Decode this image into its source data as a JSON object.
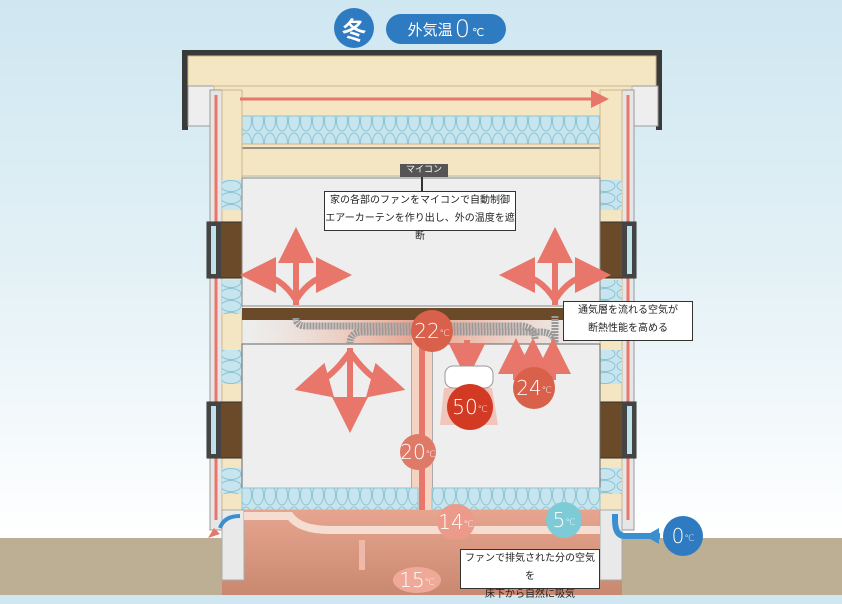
{
  "header": {
    "season": "冬",
    "outside_label": "外気温",
    "outside_value": "0",
    "unit": "℃"
  },
  "microcontroller_tag": "マイコン",
  "callouts": {
    "top": [
      "家の各部のファンをマイコンで自動制御",
      "エアーカーテンを作り出し、外の温度を遮断"
    ],
    "right": [
      "通気層を流れる空気が",
      "断熱性能を高める"
    ],
    "bottom": [
      "ファンで排気された分の空気を",
      "床下から自然に吸気"
    ]
  },
  "temperatures": [
    {
      "id": "ceiling-duct",
      "value": "22",
      "unit": "℃",
      "color": "#d9604a"
    },
    {
      "id": "aircon-outlet",
      "value": "50",
      "unit": "℃",
      "color": "#d23a24"
    },
    {
      "id": "room-supply",
      "value": "24",
      "unit": "℃",
      "color": "#d9604a"
    },
    {
      "id": "wall-shaft",
      "value": "20",
      "unit": "℃",
      "color": "#e07a68"
    },
    {
      "id": "underfloor",
      "value": "14",
      "unit": "℃",
      "color": "#ec9a8a"
    },
    {
      "id": "crawlspace",
      "value": "15",
      "unit": "℃",
      "color": "#f0a898"
    },
    {
      "id": "intake-vent",
      "value": "5",
      "unit": "℃",
      "color": "#7ccbd6"
    },
    {
      "id": "outside-air",
      "value": "0",
      "unit": "℃",
      "color": "#2f7bc2"
    }
  ],
  "colors": {
    "warm_air": "#e8766a",
    "cold_air": "#3a8fd0",
    "wood": "#f5e6c3",
    "insulation": "#bfe1ea",
    "window_frame": "#6b4a2a",
    "ground": "#bcaf94",
    "accent_blue": "#2f7bc2"
  }
}
